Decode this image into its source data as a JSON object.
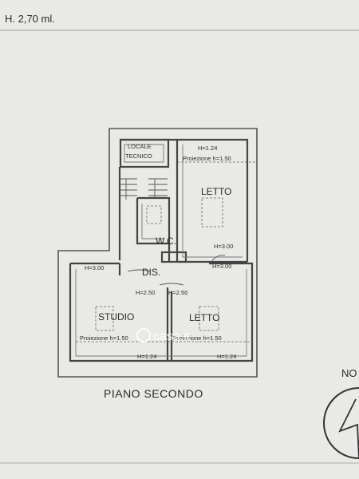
{
  "header": {
    "height_note": "H. 2,70 ml."
  },
  "title": "PIANO SECONDO",
  "rooms": {
    "locale_tecnico_1": "LOCALE",
    "locale_tecnico_2": "TECNICO",
    "letto_top": "LETTO",
    "wc": "W.C.",
    "dis": "DIS.",
    "studio": "STUDIO",
    "letto_bottom": "LETTO"
  },
  "heights": {
    "letto_top": "H=1.24",
    "proiezione_top": "Proiezione h=1.50",
    "letto_top_mid": "H=3.00",
    "left_mid": "H=3.00",
    "right_mid": "H=3.00",
    "dis_left": "H=2.50",
    "dis_right": "H=2.50",
    "proiezione_studio": "Proiezione h=1.50",
    "proiezione_letto": "Proiezione h=1.50",
    "studio_bottom": "H=1.24",
    "letto_bottom": "H=1.24"
  },
  "watermark": "casa.it",
  "north": {
    "label": "NO"
  }
}
